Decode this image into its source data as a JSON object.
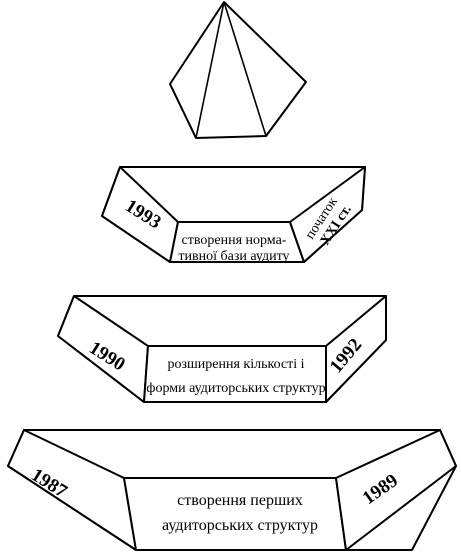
{
  "levels": {
    "top": {
      "year_left": "1993",
      "label_line1": "створення норма-",
      "label_line2": "тивної бази аудиту",
      "right_line1": "початок",
      "right_line2": "XXI ст."
    },
    "middle": {
      "year_left": "1990",
      "label_line1": "розширення кількості і",
      "label_line2": "форми аудиторських структур",
      "year_right": "1992"
    },
    "bottom": {
      "year_left": "1987",
      "label_line1": "створення перших",
      "label_line2": "аудиторських структур",
      "year_right": "1989"
    }
  },
  "colors": {
    "stroke": "#000000",
    "fill": "#ffffff"
  }
}
